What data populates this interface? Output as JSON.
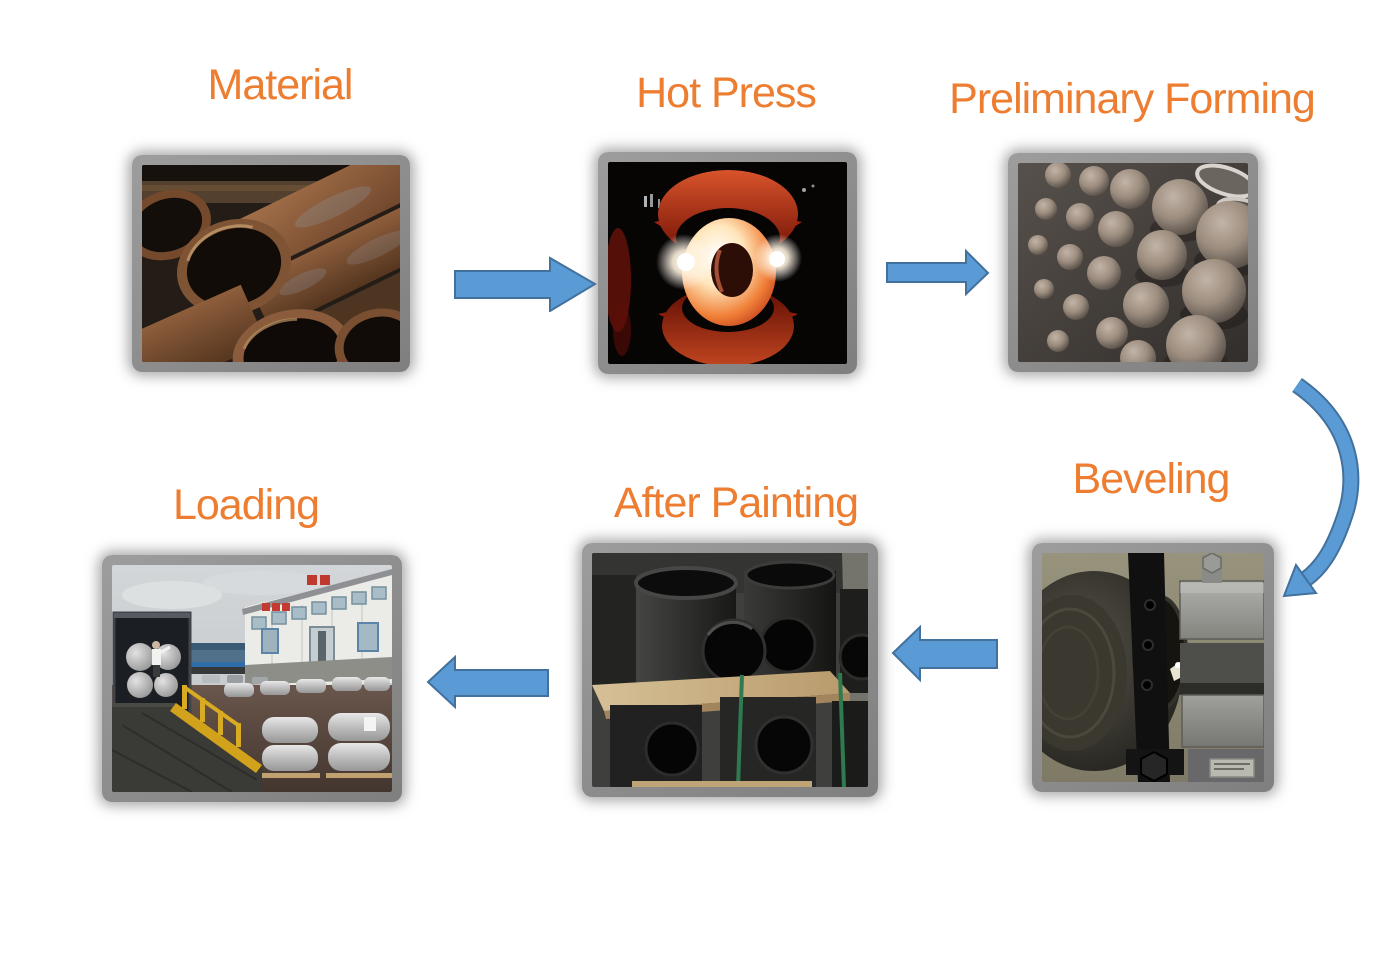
{
  "diagram": {
    "background": "#ffffff",
    "label_color": "#ED7D31",
    "arrow_fill": "#5B9BD5",
    "arrow_outline": "#41719C",
    "frame_color": "#8f8f8f"
  },
  "icons": {
    "arrow_right": "block-arrow-right",
    "arrow_left": "block-arrow-left",
    "arrow_curved": "curved-arrow-down-left"
  },
  "steps": [
    {
      "label": "Material"
    },
    {
      "label": "Hot Press"
    },
    {
      "label": "Preliminary Forming"
    },
    {
      "label": "Beveling"
    },
    {
      "label": "After Painting"
    },
    {
      "label": "Loading"
    }
  ]
}
